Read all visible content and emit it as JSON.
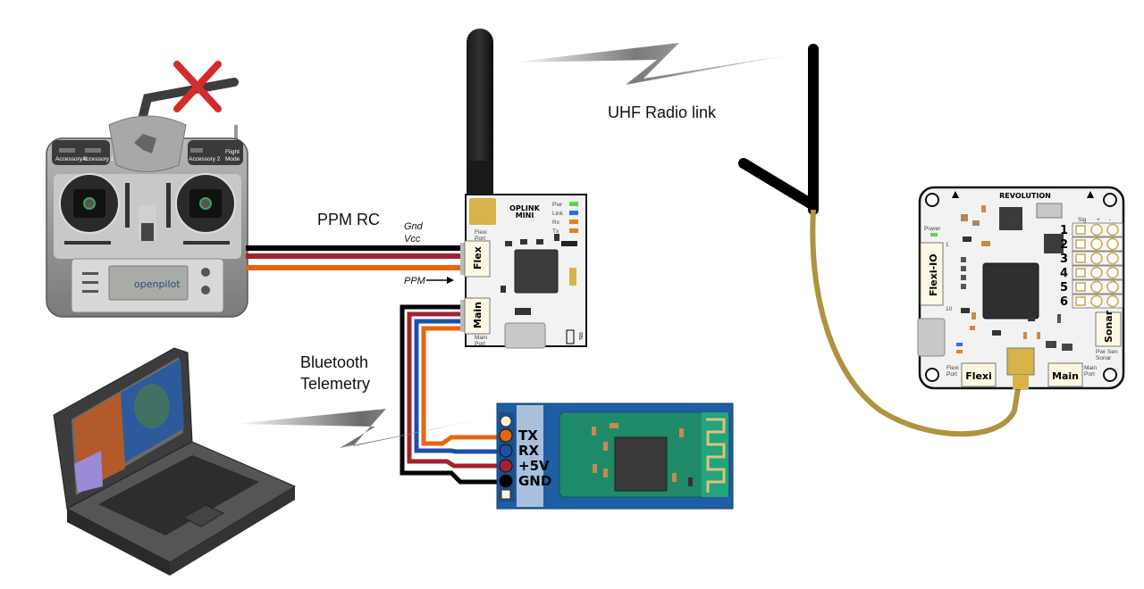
{
  "labels": {
    "ppm_rc": "PPM RC",
    "gnd": "Gnd",
    "vcc": "Vcc",
    "ppm": "PPM",
    "uhf_link": "UHF Radio link",
    "bt_line1": "Bluetooth",
    "bt_line2": "Telemetry"
  },
  "transmitter": {
    "switches": [
      "Accessory 0",
      "Accessory 1",
      "Accessory 2"
    ],
    "flight_mode": [
      "Flight",
      "Mode"
    ],
    "brand": "openpilot",
    "disabled_marker": "X"
  },
  "oplink": {
    "title_line1": "OPLINK",
    "title_line2": "MINI",
    "leds": [
      {
        "label": "Pwr",
        "color": "#5fd34a"
      },
      {
        "label": "Link",
        "color": "#2f6fe0"
      },
      {
        "label": "Rx",
        "color": "#f07d1a"
      },
      {
        "label": "Tx",
        "color": "#f07d1a"
      }
    ],
    "flexi_port": [
      "Flexi",
      "Port"
    ],
    "flex_label": "Flex",
    "main_label": "Main",
    "main_port": [
      "Main",
      "Port"
    ],
    "sbl": "SBL"
  },
  "bluetooth": {
    "pins": [
      "TX",
      "RX",
      "+5V",
      "GND"
    ],
    "pin_colors": [
      "#e8650f",
      "#1f4ea8",
      "#a3222f",
      "#000000"
    ]
  },
  "revolution": {
    "title": "REVOLUTION",
    "power": "Power",
    "flexi_io": "Flexi-IO",
    "pin_start": "1",
    "pin_end": "10",
    "servo_header": [
      "Sig",
      "+",
      "-"
    ],
    "servo_channels": [
      "1",
      "2",
      "3",
      "4",
      "5",
      "6"
    ],
    "sonar": "Sonar",
    "sonar_caption": [
      "Pwr Sen",
      "Sonar"
    ],
    "flexi": "Flexi",
    "flexi_port": [
      "Flexi",
      "Port"
    ],
    "main": "Main",
    "main_port": [
      "Main",
      "Port"
    ]
  },
  "wires": {
    "black": "#000000",
    "red": "#a3222f",
    "orange": "#e8650f",
    "blue": "#1f4ea8",
    "antenna_cable": "#b0923f"
  }
}
